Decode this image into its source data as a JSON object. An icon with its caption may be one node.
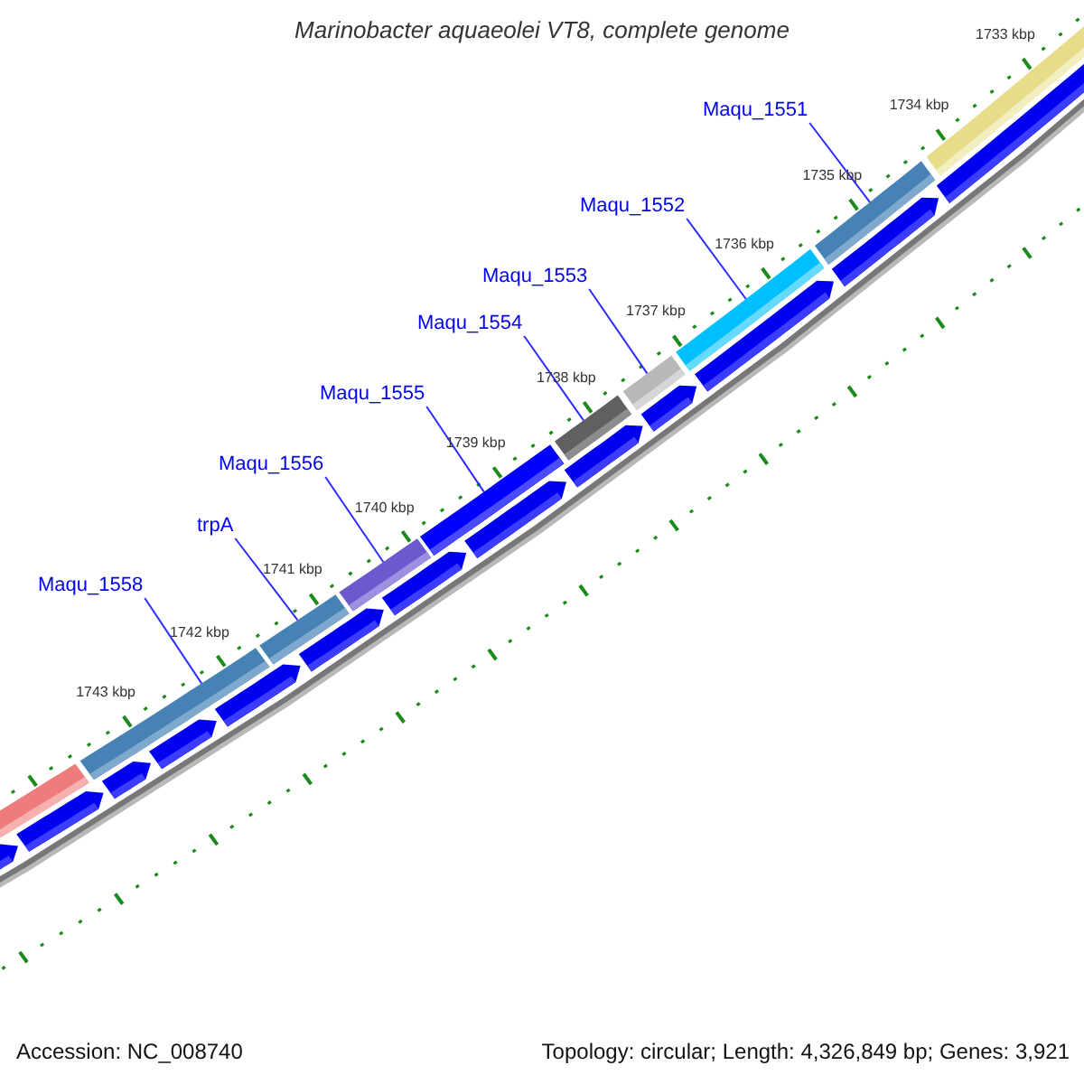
{
  "diagram": {
    "title": "Marinobacter aquaeolei VT8, complete genome",
    "nodes": [
      {
        "text": [
          "Maqu_1551"
        ]
      },
      {
        "text": [
          "Maqu_1552"
        ]
      },
      {
        "text": [
          "Maqu_1553"
        ]
      },
      {
        "text": [
          "Maqu_1554"
        ]
      },
      {
        "text": [
          "Maqu_1555"
        ]
      },
      {
        "text": [
          "Maqu_1556"
        ]
      },
      {
        "text": [
          "trpA"
        ]
      },
      {
        "text": [
          "Maqu_1558"
        ]
      },
      {
        "text": [],
        "shape": "bar"
      },
      {
        "text": [],
        "shape": "bar"
      },
      {
        "text": [],
        "shape": "bar"
      },
      {
        "text": [],
        "shape": "bar"
      },
      {
        "text": [],
        "shape": "bar"
      },
      {
        "text": [],
        "shape": "bar"
      },
      {
        "text": [],
        "shape": "bar"
      },
      {
        "text": [],
        "shape": "bar"
      }
    ],
    "edges": [
      {
        "from": 0,
        "to": 15,
        "arrow": "none"
      },
      {
        "from": 1,
        "to": 14,
        "arrow": "none"
      },
      {
        "from": 2,
        "to": 13,
        "arrow": "none"
      },
      {
        "from": 3,
        "to": 12,
        "arrow": "none"
      },
      {
        "from": 4,
        "to": 11,
        "arrow": "none"
      },
      {
        "from": 5,
        "to": 10,
        "arrow": "none"
      },
      {
        "from": 6,
        "to": 9,
        "arrow": "none"
      },
      {
        "from": 7,
        "to": 8,
        "arrow": "none"
      }
    ],
    "labels": [
      "1733 kbp",
      "1734 kbp",
      "1735 kbp",
      "1736 kbp",
      "1737 kbp",
      "1738 kbp",
      "1739 kbp",
      "1740 kbp",
      "1741 kbp",
      "1742 kbp",
      "1743 kbp",
      "Accession: NC_008740",
      "Topology: circular; Length: 4,326,849 bp; Genes: 3,921"
    ]
  }
}
